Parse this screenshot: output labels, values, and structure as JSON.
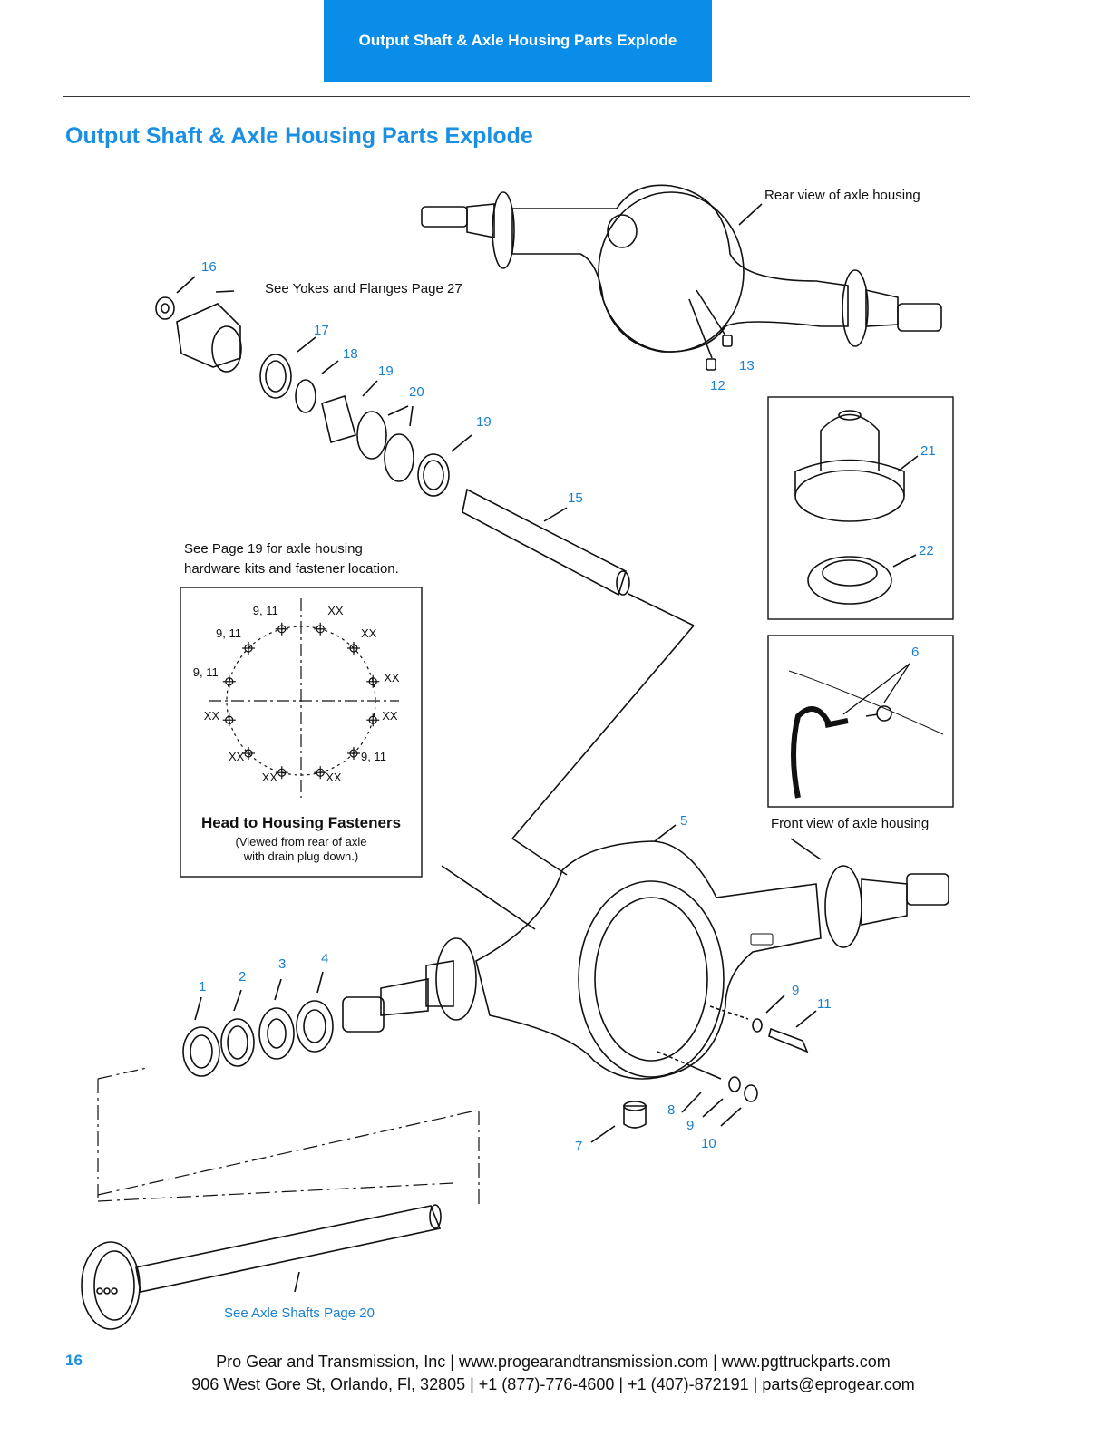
{
  "header": {
    "tab_title": "Output Shaft & Axle Housing Parts Explode",
    "page_title": "Output Shaft & Axle Housing Parts Explode"
  },
  "callouts": {
    "rear_view": "Rear view of axle housing",
    "front_view": "Front view of axle housing",
    "yokes": "See Yokes and Flanges Page 27",
    "axle_shafts": "See Axle Shafts Page 20",
    "hardware_line1": "See Page 19 for axle housing",
    "hardware_line2": "hardware kits and fastener location."
  },
  "fastener_box": {
    "title": "Head to Housing Fasteners",
    "sub1": "(Viewed from rear of axle",
    "sub2": "with drain plug down.)",
    "bolts": [
      "9, 11",
      "XX",
      "9, 11",
      "XX",
      "9, 11",
      "XX",
      "XX",
      "XX",
      "XX",
      "9, 11",
      "XX",
      "XX"
    ]
  },
  "part_numbers": [
    "16",
    "17",
    "18",
    "19",
    "20",
    "19",
    "15",
    "21",
    "22",
    "6",
    "13",
    "12",
    "5",
    "1",
    "2",
    "3",
    "4",
    "9",
    "11",
    "8",
    "9",
    "10",
    "7"
  ],
  "footer": {
    "page_number": "16",
    "line1": "Pro Gear and Transmission, Inc | www.progearandtransmission.com | www.pgttruckparts.com",
    "line2": "906 West Gore St, Orlando, Fl, 32805 | +1 (877)-776-4600 | +1 (407)-872191 | parts@eprogear.com"
  }
}
